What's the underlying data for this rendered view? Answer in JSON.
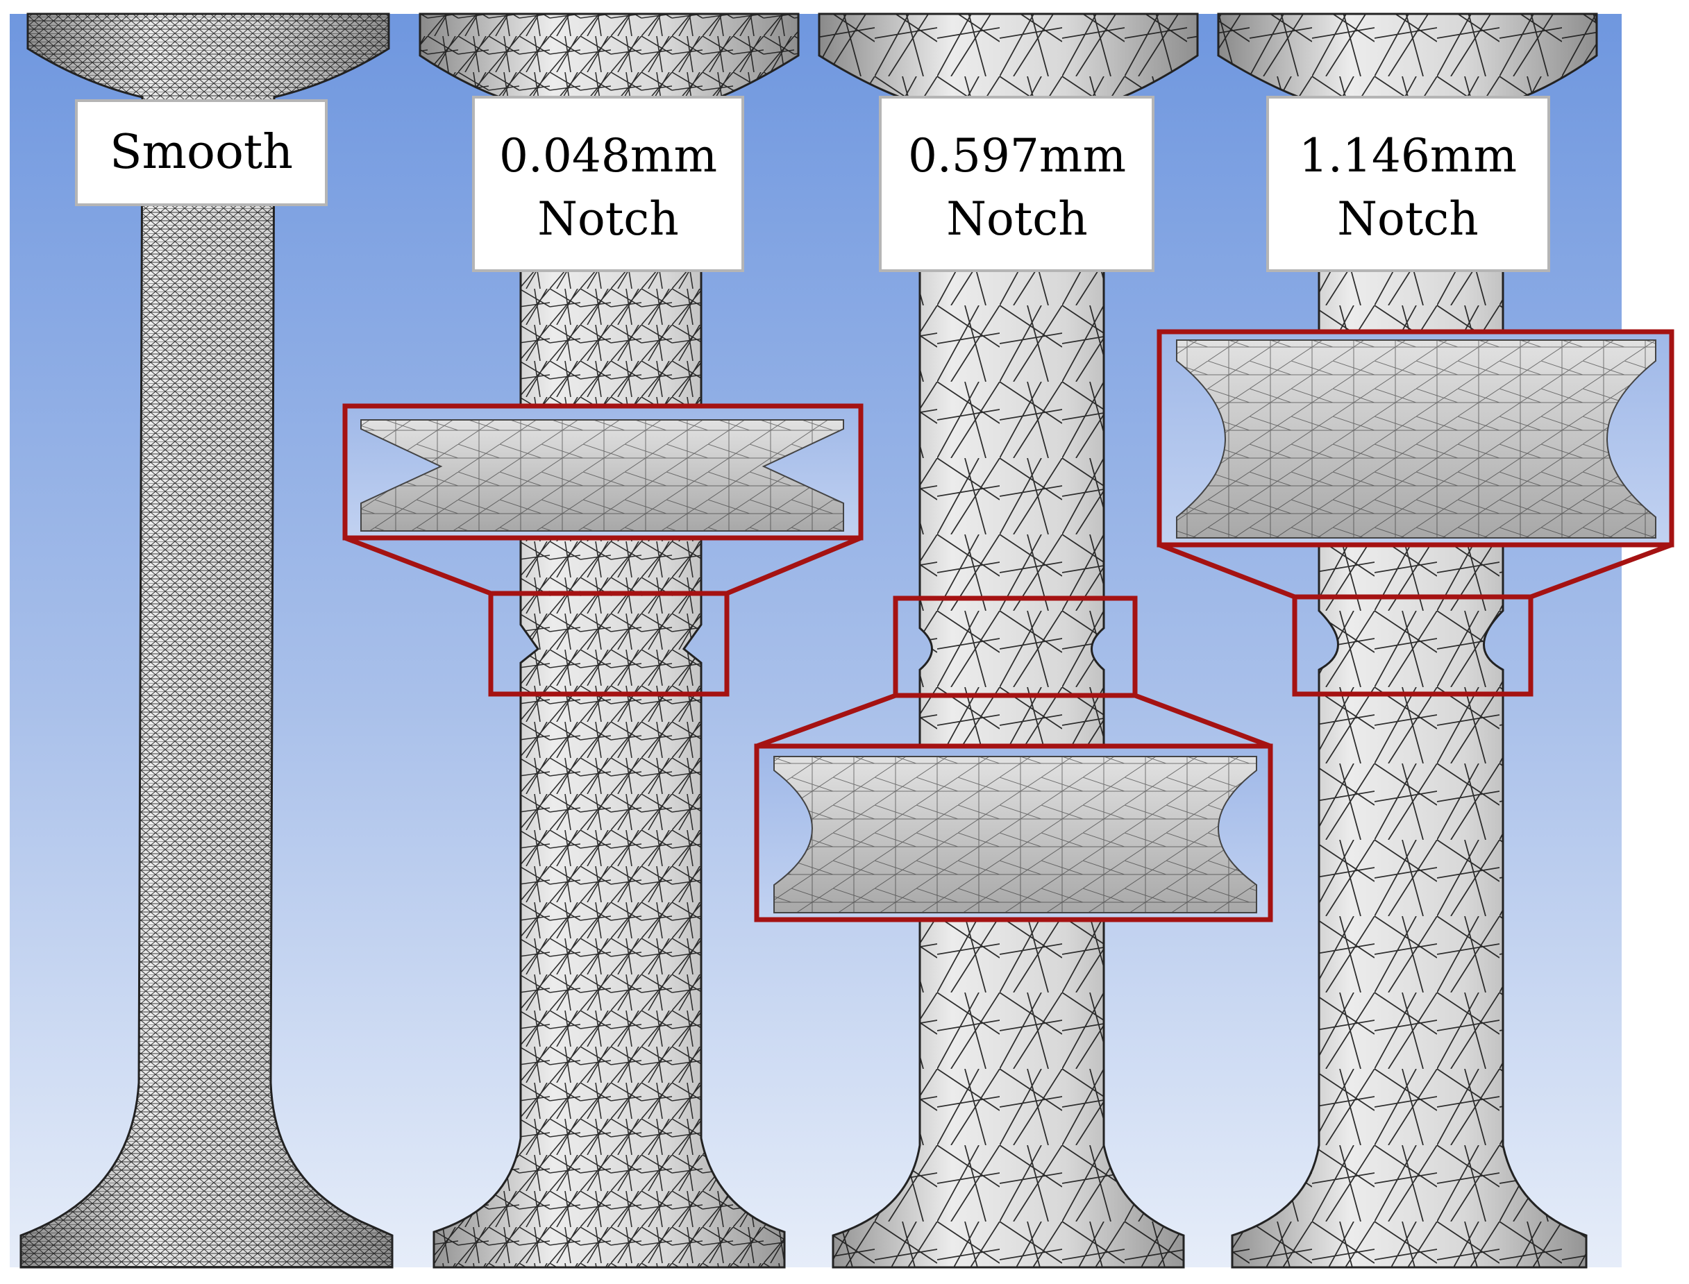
{
  "specimens": [
    {
      "id": "smooth",
      "label_lines": [
        "Smooth"
      ],
      "notch_depth_mm": 0,
      "has_zoom_inset": false
    },
    {
      "id": "notch-0048",
      "label_lines": [
        "0.048mm",
        "Notch"
      ],
      "notch_depth_mm": 0.048,
      "has_zoom_inset": true
    },
    {
      "id": "notch-0597",
      "label_lines": [
        "0.597mm",
        "Notch"
      ],
      "notch_depth_mm": 0.597,
      "has_zoom_inset": true
    },
    {
      "id": "notch-1146",
      "label_lines": [
        "1.146mm",
        "Notch"
      ],
      "notch_depth_mm": 1.146,
      "has_zoom_inset": true
    }
  ],
  "colors": {
    "background_top": "#6f97df",
    "background_bottom": "#e6edf9",
    "specimen_light": "#ececec",
    "specimen_dark": "#8a8a8a",
    "mesh_line": "#111111",
    "inset_frame": "#a51212",
    "label_box_fill": "#ffffff",
    "label_box_border": "#b5b5b5",
    "label_text": "#000000"
  },
  "icons": [
    "magnifier-inset-frame"
  ]
}
